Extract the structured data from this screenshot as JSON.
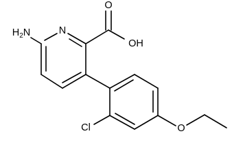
{
  "atoms": {
    "amine": "H2N",
    "amine_h": "H",
    "amine_sub": "2",
    "amine_n": "N",
    "ring_n": "N",
    "carbonyl_o": "O",
    "hydroxyl": "OH",
    "chloro": "Cl",
    "ether_o": "O"
  }
}
